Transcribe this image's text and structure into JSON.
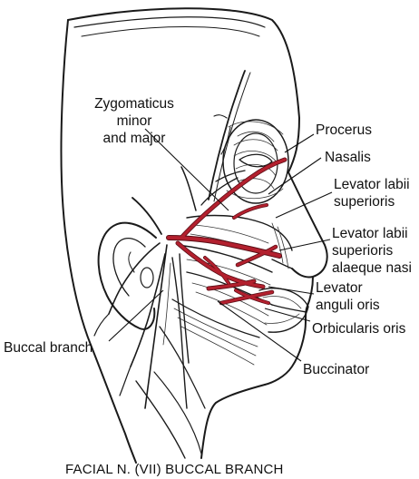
{
  "labels": {
    "zygomaticus": [
      "Zygomaticus",
      "minor",
      "and major"
    ],
    "procerus": "Procerus",
    "nasalis": "Nasalis",
    "levator_labii": [
      "Levator labii",
      "superioris"
    ],
    "levator_labii_alaeque": [
      "Levator labii",
      "superioris",
      "alaeque nasi"
    ],
    "levator_anguli": [
      "Levator",
      "anguli oris"
    ],
    "orbicularis": "Orbicularis oris",
    "buccal_branch": "Buccal branch",
    "buccinator": "Buccinator"
  },
  "caption": "FACIAL N. (VII) BUCCAL BRANCH",
  "colors": {
    "nerve": "#b3202e",
    "ink": "#1a1a1a"
  }
}
